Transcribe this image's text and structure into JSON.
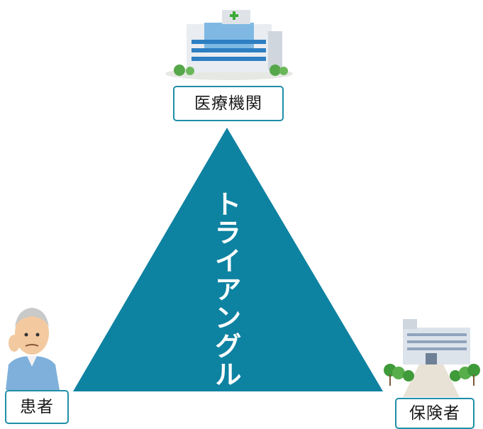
{
  "diagram": {
    "center_label": "トライアングル",
    "nodes": {
      "medical": {
        "label": "医療機関",
        "icon": "hospital-icon"
      },
      "patient": {
        "label": "患者",
        "icon": "elderly-patient-icon"
      },
      "insurer": {
        "label": "保険者",
        "icon": "office-building-icon"
      }
    },
    "colors": {
      "triangle": "#0e82a1",
      "label_border": "#1f8fa8"
    }
  }
}
